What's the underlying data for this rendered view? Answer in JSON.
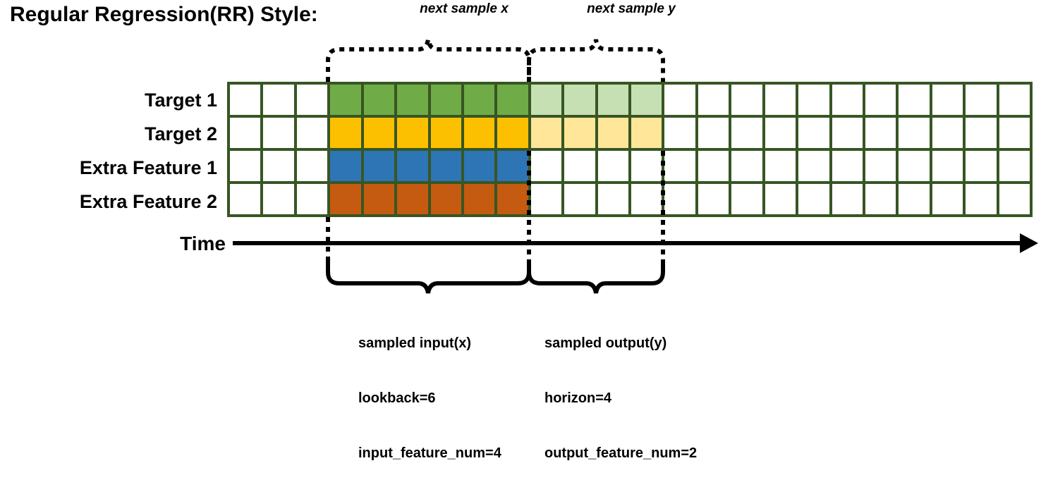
{
  "title": "Regular Regression(RR) Style:",
  "top_labels": {
    "next_x": "next sample x",
    "next_y": "next sample y"
  },
  "rows": [
    {
      "name": "Target 1",
      "label": "Target 1"
    },
    {
      "name": "Target 2",
      "label": "Target 2"
    },
    {
      "name": "Extra Feature 1",
      "label": "Extra Feature 1"
    },
    {
      "name": "Extra Feature 2",
      "label": "Extra Feature 2"
    }
  ],
  "grid": {
    "columns": 24,
    "rows": 4,
    "leading_blank_cols": 3,
    "input_cols": 6,
    "output_cols": 4,
    "trailing_blank_cols": 11,
    "border_color": "#375623"
  },
  "colors": {
    "green": "#6FAB47",
    "green_light": "#C6E0B4",
    "yellow": "#FCC000",
    "yellow_light": "#FFE699",
    "blue": "#2E75B6",
    "orange": "#C55A11",
    "grid_border": "#375623",
    "white": "#FFFFFF",
    "black": "#000000"
  },
  "axis": {
    "label": "Time"
  },
  "annotations": {
    "input": {
      "line1": "sampled input(x)",
      "line2": "lookback=6",
      "line3": "input_feature_num=4"
    },
    "output": {
      "line1": "sampled output(y)",
      "line2": "horizon=4",
      "line3": "output_feature_num=2"
    }
  }
}
